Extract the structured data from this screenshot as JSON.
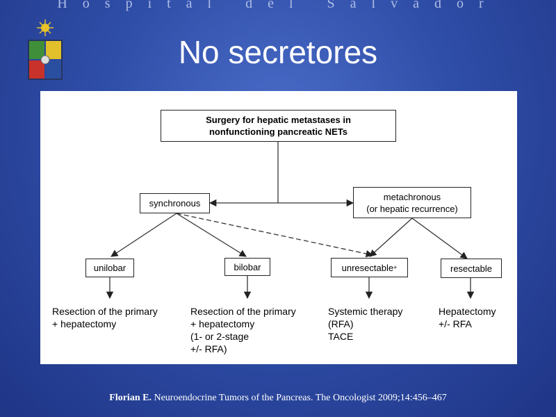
{
  "header": {
    "text": "Hospital del Salvador"
  },
  "slide": {
    "title": "No secretores"
  },
  "diagram": {
    "root": {
      "line1": "Surgery for hepatic metastases in",
      "line2": "nonfunctioning pancreatic NETs"
    },
    "synchronous": "synchronous",
    "metachronous": {
      "line1": "metachronous",
      "line2": "(or hepatic recurrence)"
    },
    "unilobar": "unilobar",
    "bilobar": "bilobar",
    "unresectable": "unresectable",
    "unresectable_mark": "+",
    "resectable": "resectable",
    "outcome_unilobar": [
      "Resection of the primary",
      "+ hepatectomy"
    ],
    "outcome_bilobar": [
      "Resection of the primary",
      "+ hepatectomy",
      "(1- or 2-stage",
      "+/- RFA)"
    ],
    "outcome_unresectable": [
      "Systemic therapy",
      "(RFA)",
      "TACE"
    ],
    "outcome_resectable": [
      "Hepatectomy",
      "+/- RFA"
    ]
  },
  "reference": {
    "author": "Florian E.",
    "text": "Neuroendocrine Tumors of the Pancreas. The Oncologist 2009;14:456–467"
  }
}
